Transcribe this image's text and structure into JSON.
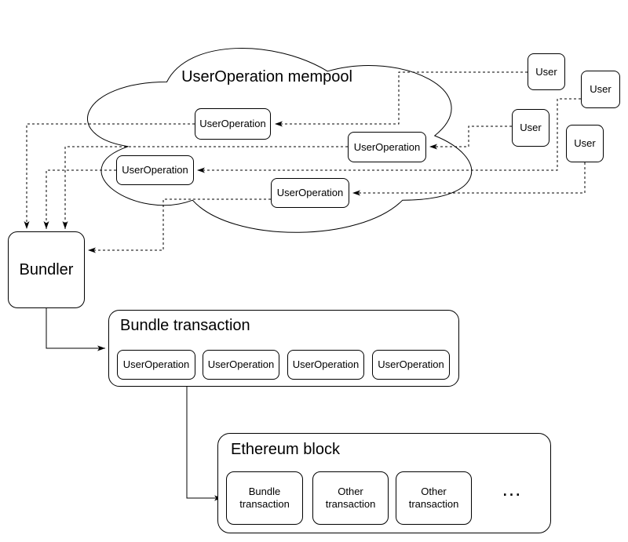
{
  "colors": {
    "stroke": "#000000",
    "background": "#ffffff",
    "text": "#000000"
  },
  "cloud": {
    "title": "UserOperation mempool"
  },
  "mempool_userops": [
    {
      "label": "UserOperation"
    },
    {
      "label": "UserOperation"
    },
    {
      "label": "UserOperation"
    },
    {
      "label": "UserOperation"
    }
  ],
  "users": [
    {
      "label": "User"
    },
    {
      "label": "User"
    },
    {
      "label": "User"
    },
    {
      "label": "User"
    }
  ],
  "bundler": {
    "label": "Bundler"
  },
  "bundle_transaction": {
    "title": "Bundle transaction",
    "userops": [
      {
        "label": "UserOperation"
      },
      {
        "label": "UserOperation"
      },
      {
        "label": "UserOperation"
      },
      {
        "label": "UserOperation"
      }
    ]
  },
  "ethereum_block": {
    "title": "Ethereum block",
    "transactions": [
      {
        "label": "Bundle transaction"
      },
      {
        "label": "Other transaction"
      },
      {
        "label": "Other transaction"
      }
    ],
    "ellipsis": "..."
  }
}
